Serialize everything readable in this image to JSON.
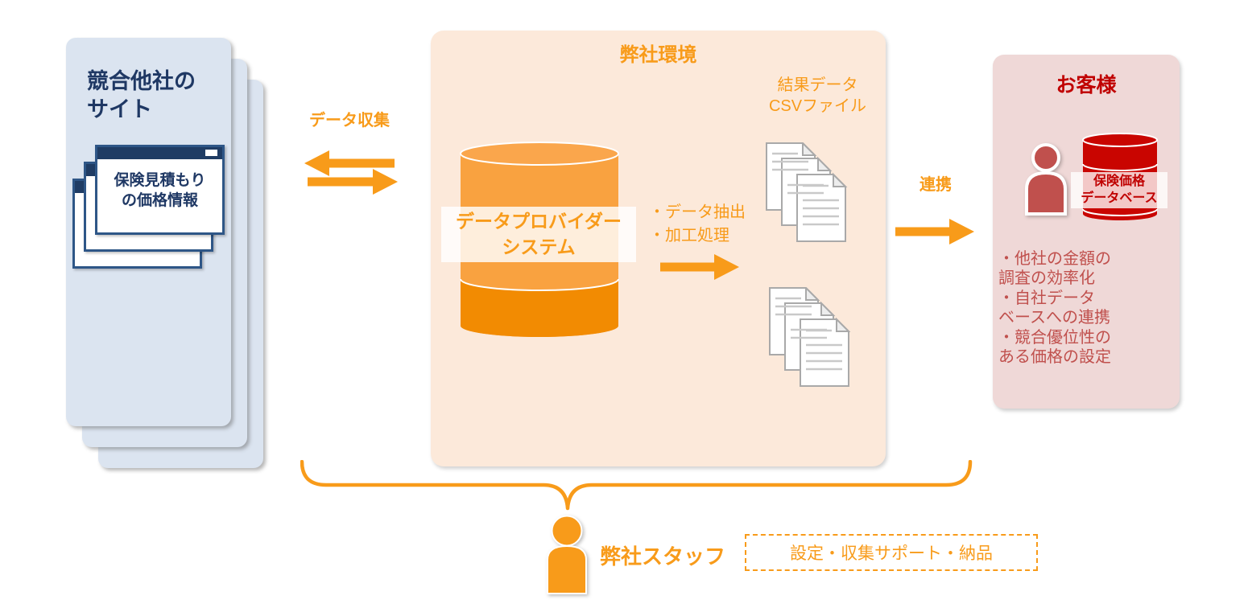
{
  "colors": {
    "orange": "#F89B1A",
    "orange_cylinder_light": "#F9A240",
    "orange_cylinder_dark": "#F28B02",
    "navy": "#1F3864",
    "navy_border": "#2E5687",
    "card_blue": "#DBE4F0",
    "peach_box": "#FCE9DA",
    "pink_box": "#EFD8D7",
    "red_cylinder": "#C90500",
    "dark_red": "#C00000",
    "muted_red": "#C0504D",
    "doc_border": "#A9A9A9"
  },
  "icons": {
    "competitor_site": "stacked-browser-windows-icon",
    "provider_db": "database-cylinder-icon",
    "result_files": "document-stack-icon",
    "customer_person": "person-icon",
    "customer_db": "database-cylinder-icon",
    "staff_person": "person-icon",
    "flow_arrows": "arrow-icon",
    "scope": "curly-brace-icon"
  },
  "competitor": {
    "title": "競合他社の\nサイト",
    "window_text": "保険見積もり\nの価格情報"
  },
  "collect": {
    "label": "データ収集"
  },
  "company": {
    "title": "弊社環境",
    "db_label": "データプロバイダー\nシステム",
    "process": "・データ抽出\n・加工処理",
    "csv_label": "結果データ\nCSVファイル"
  },
  "link": {
    "label": "連携"
  },
  "customer": {
    "title": "お客様",
    "db_label": "保険価格\nデータベース",
    "benefits": "・他社の金額の\n調査の効率化\n・自社データ\nベースへの連携\n・競合優位性の\nある価格の設定"
  },
  "staff": {
    "label": "弊社スタッフ",
    "tasks": "設定・収集サポート・納品"
  }
}
